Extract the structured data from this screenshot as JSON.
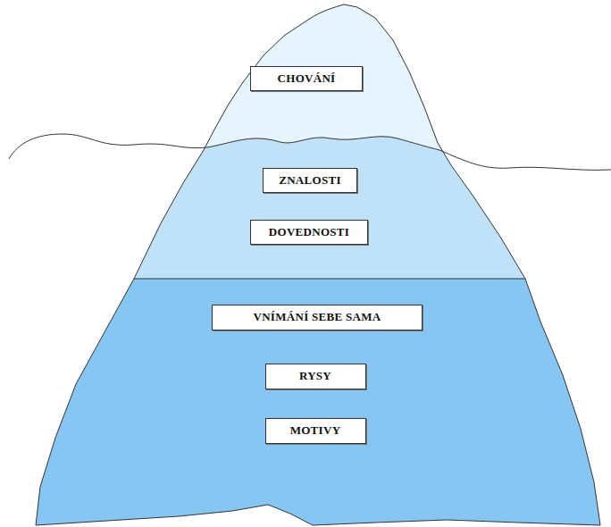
{
  "diagram": {
    "nodes": [
      {
        "text": [
          "CHOVÁNÍ"
        ]
      },
      {
        "text": [
          "ZNALOSTI"
        ]
      },
      {
        "text": [
          "DOVEDNOSTI"
        ]
      },
      {
        "text": [
          "VNÍMÁNÍ SEBE SAMA"
        ]
      },
      {
        "text": [
          "RYSY"
        ]
      },
      {
        "text": [
          "MOTIVY"
        ]
      }
    ]
  }
}
